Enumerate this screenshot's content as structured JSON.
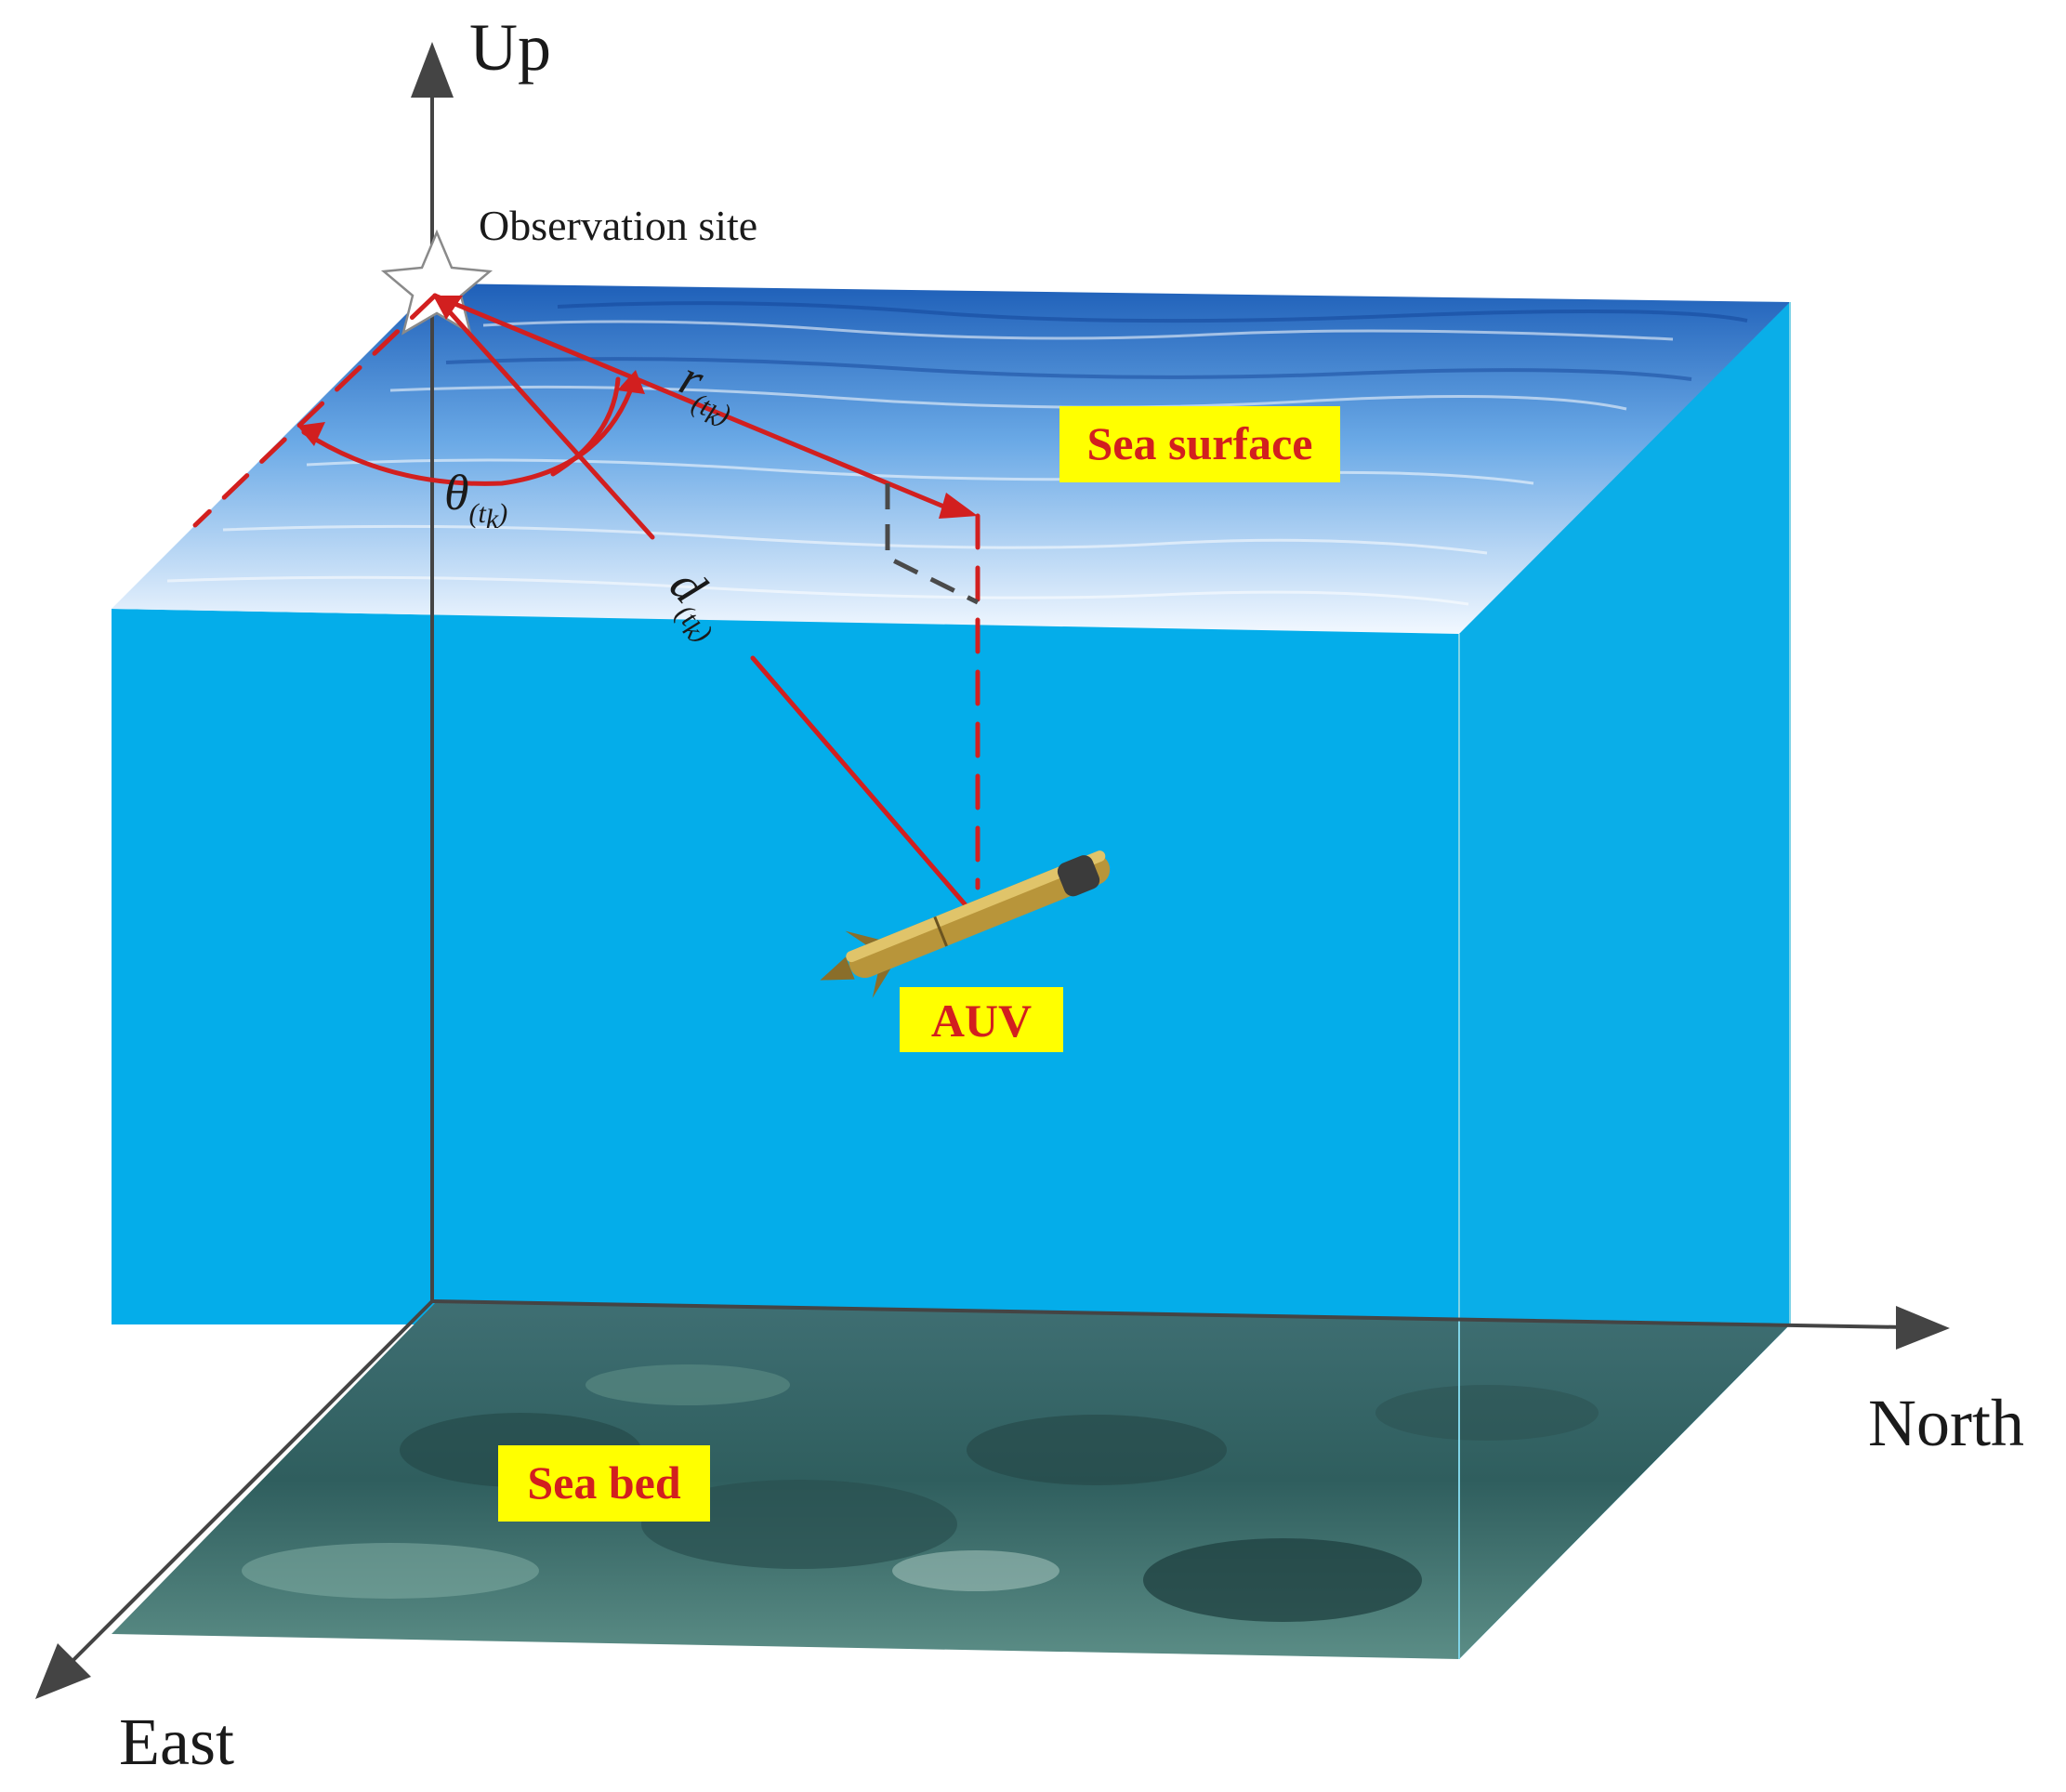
{
  "axes": {
    "up": "Up",
    "north": "North",
    "east": "East"
  },
  "observation_site": "Observation site",
  "symbols": {
    "r": {
      "base": "r",
      "sub": "(t",
      "subsub": "k",
      "close": ")"
    },
    "theta": {
      "base": "θ",
      "sub": "(t",
      "subsub": "k",
      "close": ")"
    },
    "d": {
      "base": "d",
      "sub": "(t",
      "subsub": "k",
      "close": ")"
    }
  },
  "labels": {
    "sea_surface": "Sea surface",
    "auv": "AUV",
    "sea_bed": "Sea bed"
  },
  "colors": {
    "water": "#05aeea",
    "vector": "#d21f1f",
    "label_bg": "#ffff00",
    "label_text": "#d21f1f",
    "axis": "#444444"
  }
}
